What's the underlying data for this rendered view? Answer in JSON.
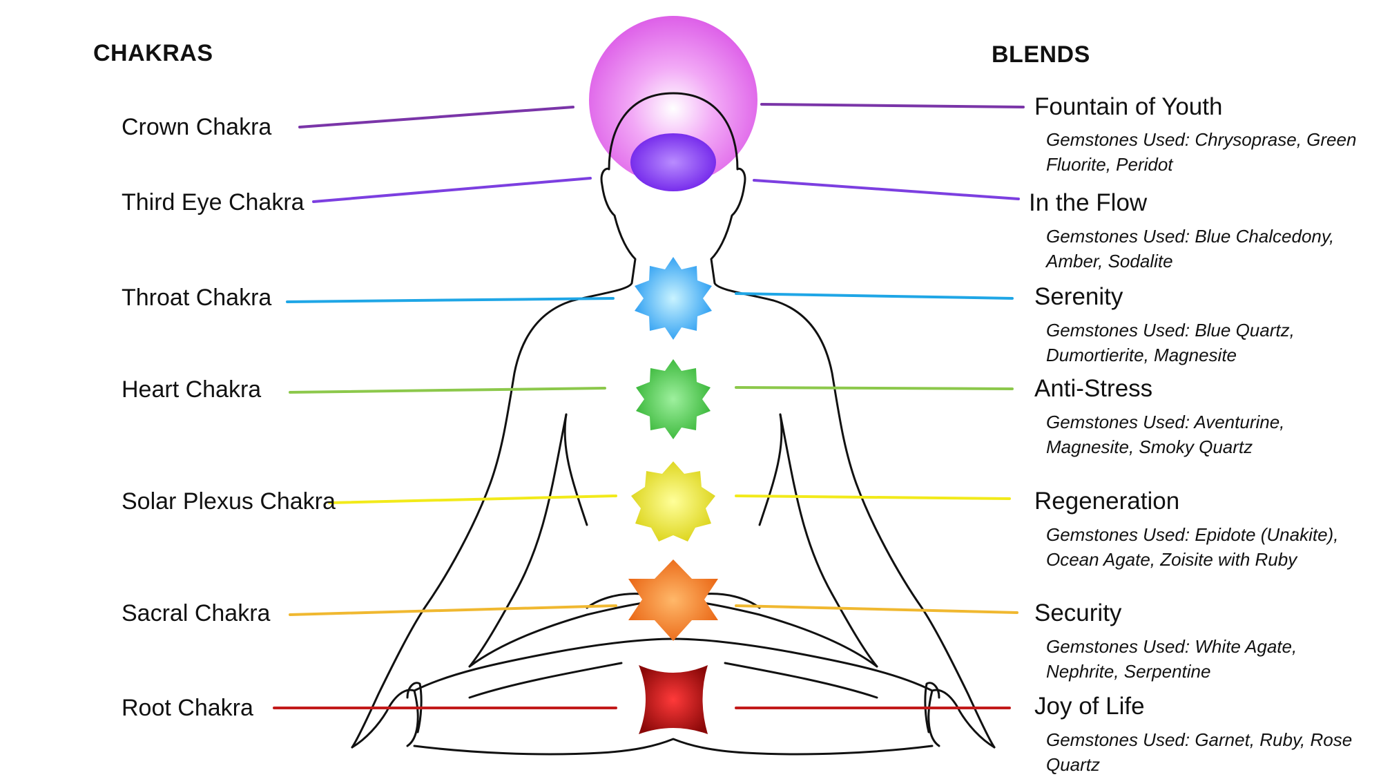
{
  "headings": {
    "chakras": "CHAKRAS",
    "blends": "BLENDS"
  },
  "chakras": [
    {
      "label": "Crown Chakra",
      "color": "#7a35a8",
      "gem_color": "#e86ef2"
    },
    {
      "label": "Third Eye Chakra",
      "color": "#7c3fe0",
      "gem_color": "#8a2ff0"
    },
    {
      "label": "Throat Chakra",
      "color": "#1fa6e6",
      "gem_color": "#2aa9f5"
    },
    {
      "label": "Heart Chakra",
      "color": "#8cc84b",
      "gem_color": "#3ec23e"
    },
    {
      "label": "Solar Plexus Chakra",
      "color": "#f2ea1a",
      "gem_color": "#e8e21a"
    },
    {
      "label": "Sacral Chakra",
      "color": "#f0b830",
      "gem_color": "#f07a18"
    },
    {
      "label": "Root Chakra",
      "color": "#c21a1a",
      "gem_color": "#b00e0e"
    }
  ],
  "blends": [
    {
      "name": "Fountain of Youth",
      "gems_line1": "Gemstones Used: Chrysoprase, Green",
      "gems_line2": "Fluorite, Peridot"
    },
    {
      "name": "In the Flow",
      "gems_line1": "Gemstones Used: Blue Chalcedony,",
      "gems_line2": "Amber, Sodalite"
    },
    {
      "name": "Serenity",
      "gems_line1": "Gemstones Used: Blue Quartz,",
      "gems_line2": "Dumortierite, Magnesite"
    },
    {
      "name": "Anti-Stress",
      "gems_line1": "Gemstones Used: Aventurine,",
      "gems_line2": "Magnesite, Smoky Quartz"
    },
    {
      "name": "Regeneration",
      "gems_line1": "Gemstones Used: Epidote (Unakite),",
      "gems_line2": "Ocean Agate, Zoisite with Ruby"
    },
    {
      "name": "Security",
      "gems_line1": "Gemstones Used: White Agate,",
      "gems_line2": "Nephrite, Serpentine"
    },
    {
      "name": "Joy of Life",
      "gems_line1": "Gemstones Used: Garnet, Ruby, Rose",
      "gems_line2": "Quartz"
    }
  ]
}
